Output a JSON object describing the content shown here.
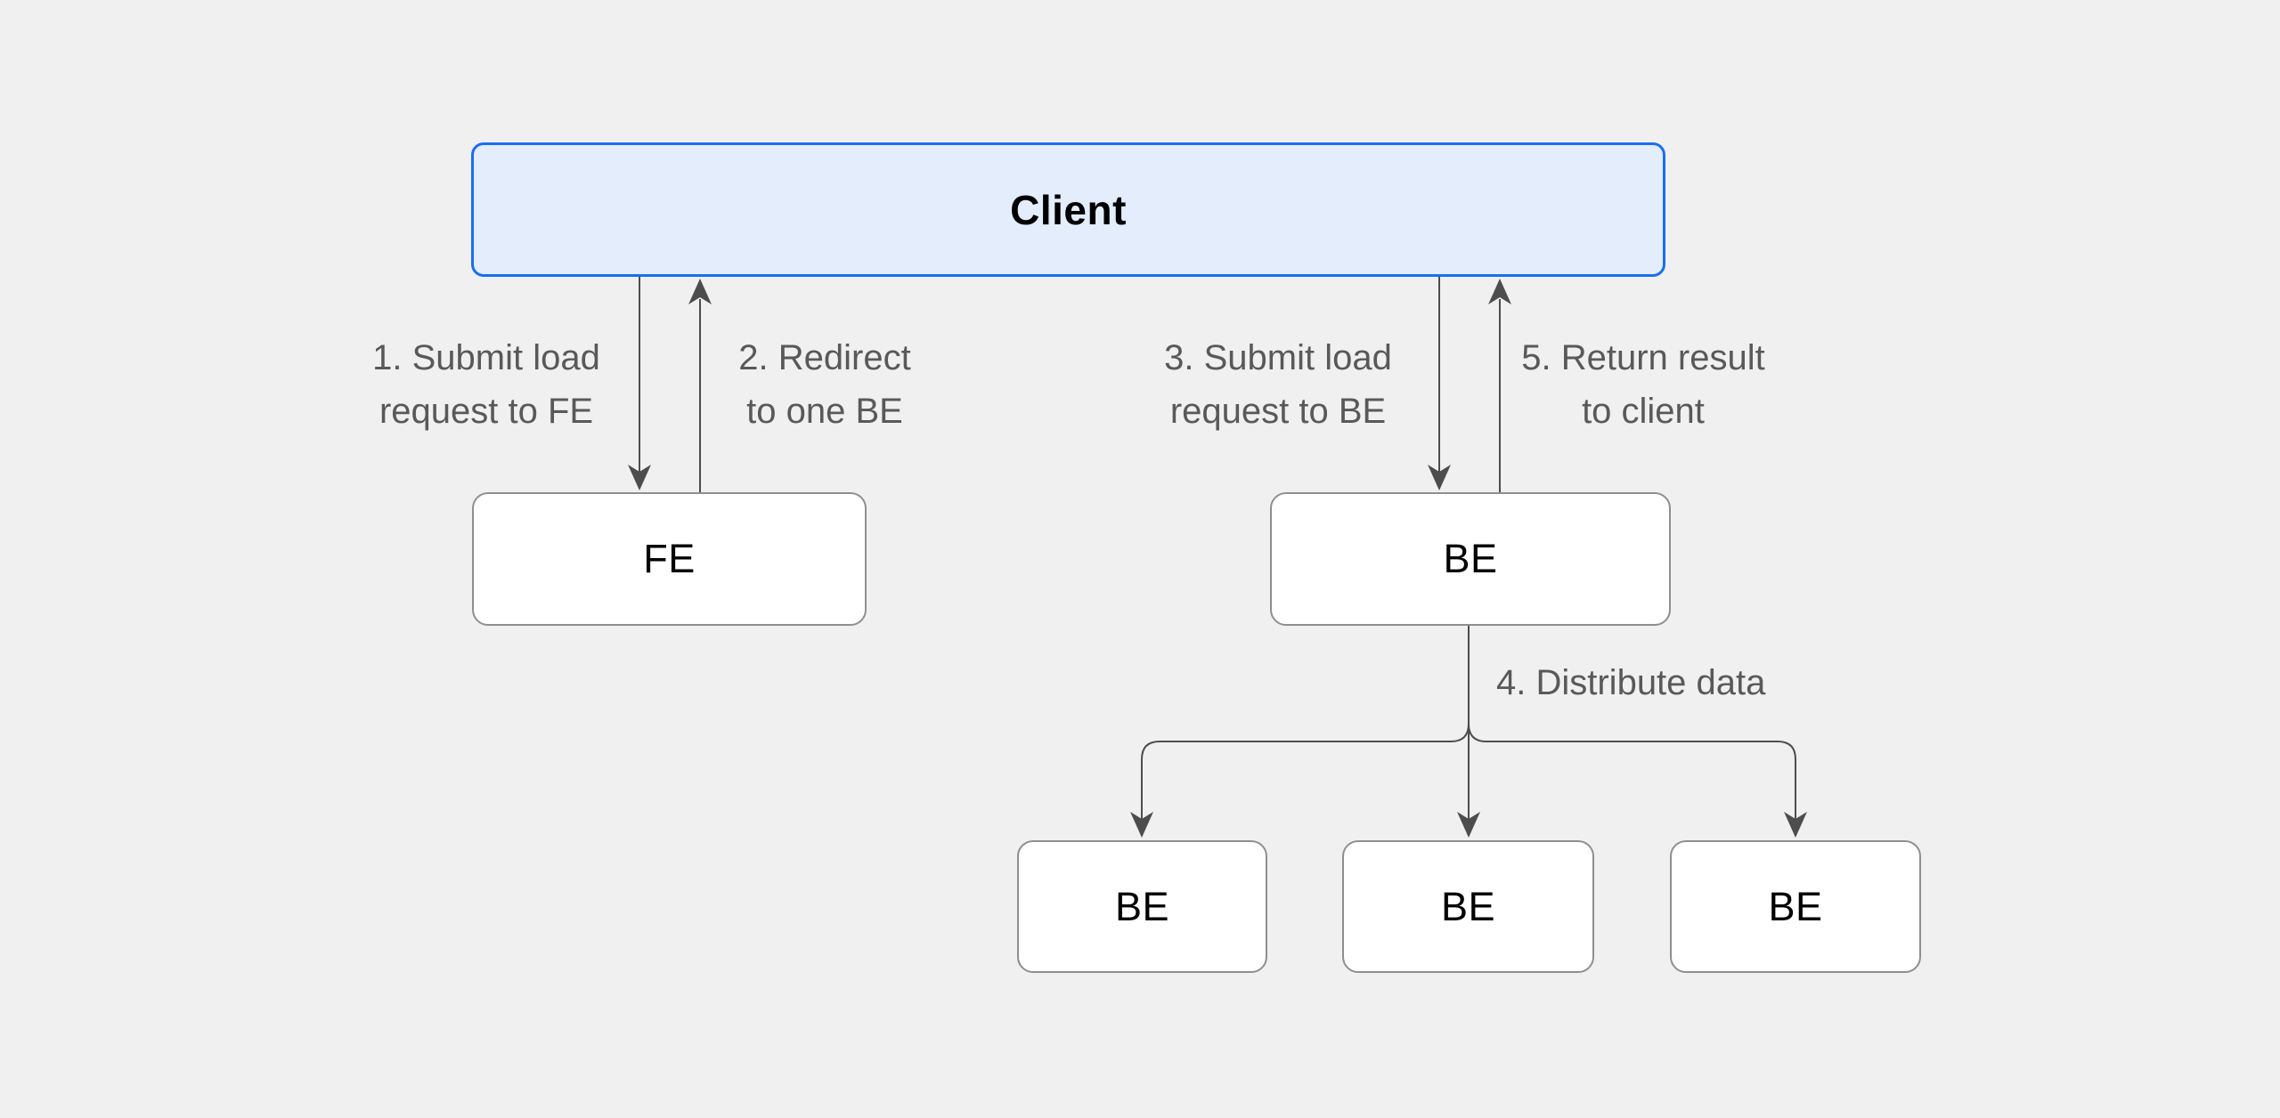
{
  "diagram": {
    "background_color": "#f0f0f0",
    "nodes": {
      "client": {
        "label": "Client",
        "fill": "#e3edfc",
        "border": "#1a6ef2"
      },
      "fe": {
        "label": "FE",
        "fill": "#ffffff",
        "border": "#8f8f8f"
      },
      "be_primary": {
        "label": "BE",
        "fill": "#ffffff",
        "border": "#8f8f8f"
      },
      "be_worker_1": {
        "label": "BE",
        "fill": "#ffffff",
        "border": "#8f8f8f"
      },
      "be_worker_2": {
        "label": "BE",
        "fill": "#ffffff",
        "border": "#8f8f8f"
      },
      "be_worker_3": {
        "label": "BE",
        "fill": "#ffffff",
        "border": "#8f8f8f"
      }
    },
    "edge_labels": {
      "step1": {
        "line1": "1. Submit load",
        "line2": "request to FE"
      },
      "step2": {
        "line1": "2. Redirect",
        "line2": "to one BE"
      },
      "step3": {
        "line1": "3. Submit load",
        "line2": "request to BE"
      },
      "step4": {
        "line1": "4. Distribute data"
      },
      "step5": {
        "line1": "5. Return result",
        "line2": "to client"
      }
    },
    "colors": {
      "edge": "#4d4d4d",
      "step_label_text": "#595959",
      "node_text": "#000000"
    }
  }
}
